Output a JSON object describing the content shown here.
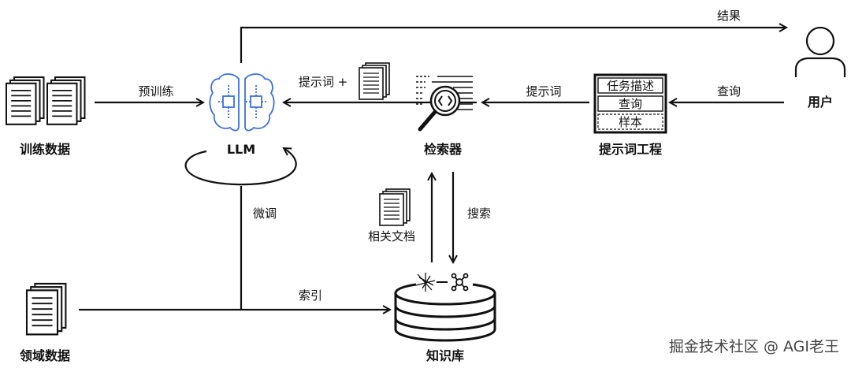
{
  "nodes": {
    "training_data": "训练数据",
    "llm": "LLM",
    "retriever": "检索器",
    "prompt_engineering": "提示词工程",
    "user": "用户",
    "domain_data": "领域数据",
    "knowledge_base": "知识库"
  },
  "prompt_box": {
    "rows": [
      "任务描述",
      "查询",
      "样本"
    ]
  },
  "edges": {
    "result": "结果",
    "pretrain": "预训练",
    "prompt_plus": "提示词 +",
    "prompt": "提示词",
    "query": "查询",
    "finetune": "微调",
    "index": "索引",
    "related_docs": "相关文档",
    "search": "搜索"
  },
  "watermark": "掘金技术社区 @ AGI老王",
  "colors": {
    "brain": "#3b6fe0",
    "line": "#111111"
  }
}
